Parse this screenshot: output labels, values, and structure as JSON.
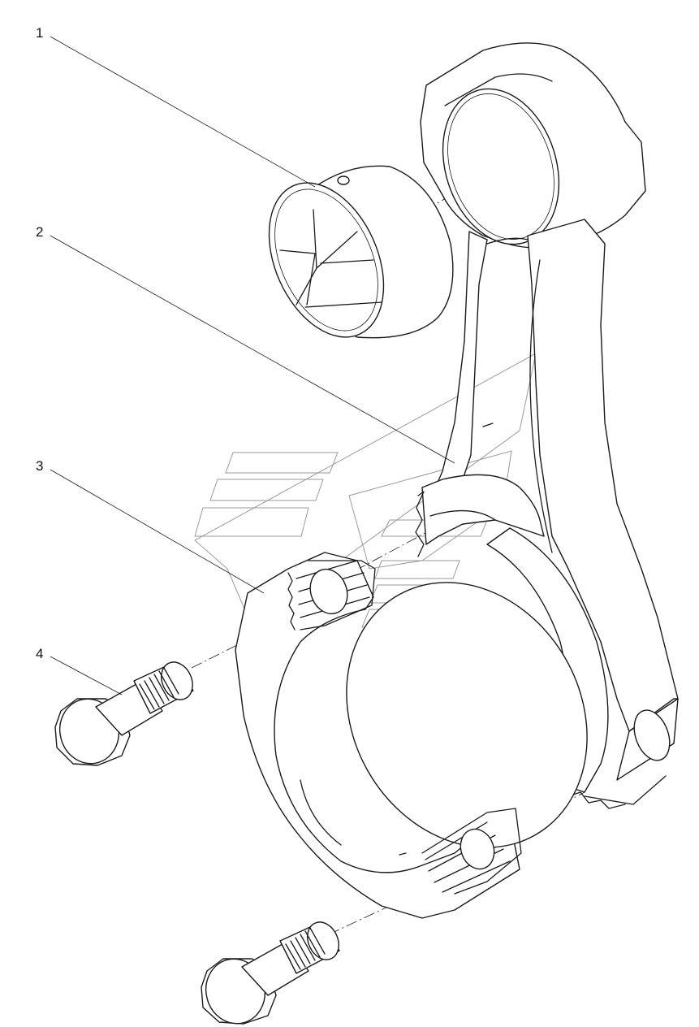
{
  "callouts": [
    {
      "id": "1",
      "label": "1",
      "part": "small-end-bushing"
    },
    {
      "id": "2",
      "label": "2",
      "part": "connecting-rod"
    },
    {
      "id": "3",
      "label": "3",
      "part": "rod-cap"
    },
    {
      "id": "4",
      "label": "4",
      "part": "cap-bolt"
    }
  ],
  "colors": {
    "line": "#1a1a1a",
    "background": "#ffffff",
    "watermark": "#9a9a9a"
  }
}
